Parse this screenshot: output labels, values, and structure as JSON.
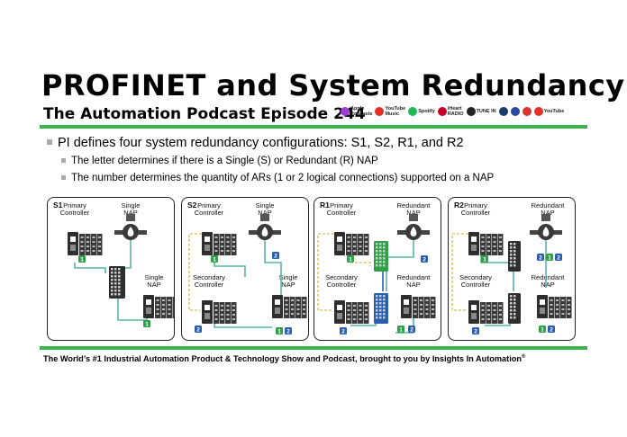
{
  "title": "PROFINET and System Redundancy",
  "subtitle": "The Automation Podcast Episode 244",
  "platforms": [
    {
      "label": "Apple\nPodcasts",
      "icon": "apple-podcasts-icon",
      "color": "#9b3fd1"
    },
    {
      "label": "YouTube\nMusic",
      "icon": "youtube-music-icon",
      "color": "#e52d27"
    },
    {
      "label": "Spotify",
      "icon": "spotify-icon",
      "color": "#1db954"
    },
    {
      "label": "iHeart\nRADIO",
      "icon": "iheartradio-icon",
      "color": "#c6002b"
    },
    {
      "label": "TUNE IN",
      "icon": "tunein-icon",
      "color": "#222222"
    },
    {
      "label": "",
      "icon": "amazon-music-icon",
      "color": "#1a3a6b"
    },
    {
      "label": "",
      "icon": "podchaser-icon",
      "color": "#2a4aa0"
    },
    {
      "label": "",
      "icon": "pocket-casts-icon",
      "color": "#d8362a"
    },
    {
      "label": "YouTube",
      "icon": "youtube-icon",
      "color": "#e52d27"
    }
  ],
  "bullets": {
    "main": "PI defines four system redundancy configurations: S1, S2, R1, and R2",
    "sub": [
      "The letter determines if there is a Single (S) or Redundant (R) NAP",
      "The number determines the quantity of ARs (1 or 2 logical connections) supported on a NAP"
    ]
  },
  "panels": [
    {
      "id": "S1",
      "primary": "Primary\nController",
      "secondary": "",
      "nap_top": "Single\nNAP",
      "nap_bottom": "Single\nNAP",
      "badges": [
        "1",
        "1"
      ]
    },
    {
      "id": "S2",
      "primary": "Primary\nController",
      "secondary": "Secondary\nController",
      "nap_top": "Single\nNAP",
      "nap_bottom": "Single\nNAP",
      "badges": [
        "1",
        "2",
        "2",
        "1",
        "2"
      ]
    },
    {
      "id": "R1",
      "primary": "Primary\nController",
      "secondary": "Secondary\nController",
      "nap_top": "Redundant\nNAP",
      "nap_bottom": "Redundant\nNAP",
      "badges": [
        "1",
        "2",
        "2",
        "1",
        "2"
      ]
    },
    {
      "id": "R2",
      "primary": "Primary\nController",
      "secondary": "Secondary\nController",
      "nap_top": "Redundant\nNAP",
      "nap_bottom": "Redundant\nNAP",
      "badges": [
        "1",
        "2",
        "1",
        "2",
        "2",
        "1",
        "2"
      ]
    }
  ],
  "footer": {
    "text": "The World’s #1 Industrial Automation Product & Technology Show and Podcast, brought to you by Insights In Automation",
    "mark": "®"
  },
  "colors": {
    "accent_green": "#3bb54a",
    "teal_link": "#5ab4a6",
    "badge_green": "#2e9e48",
    "badge_blue": "#2a5fb0",
    "redundant_link": "#e3c66a"
  }
}
